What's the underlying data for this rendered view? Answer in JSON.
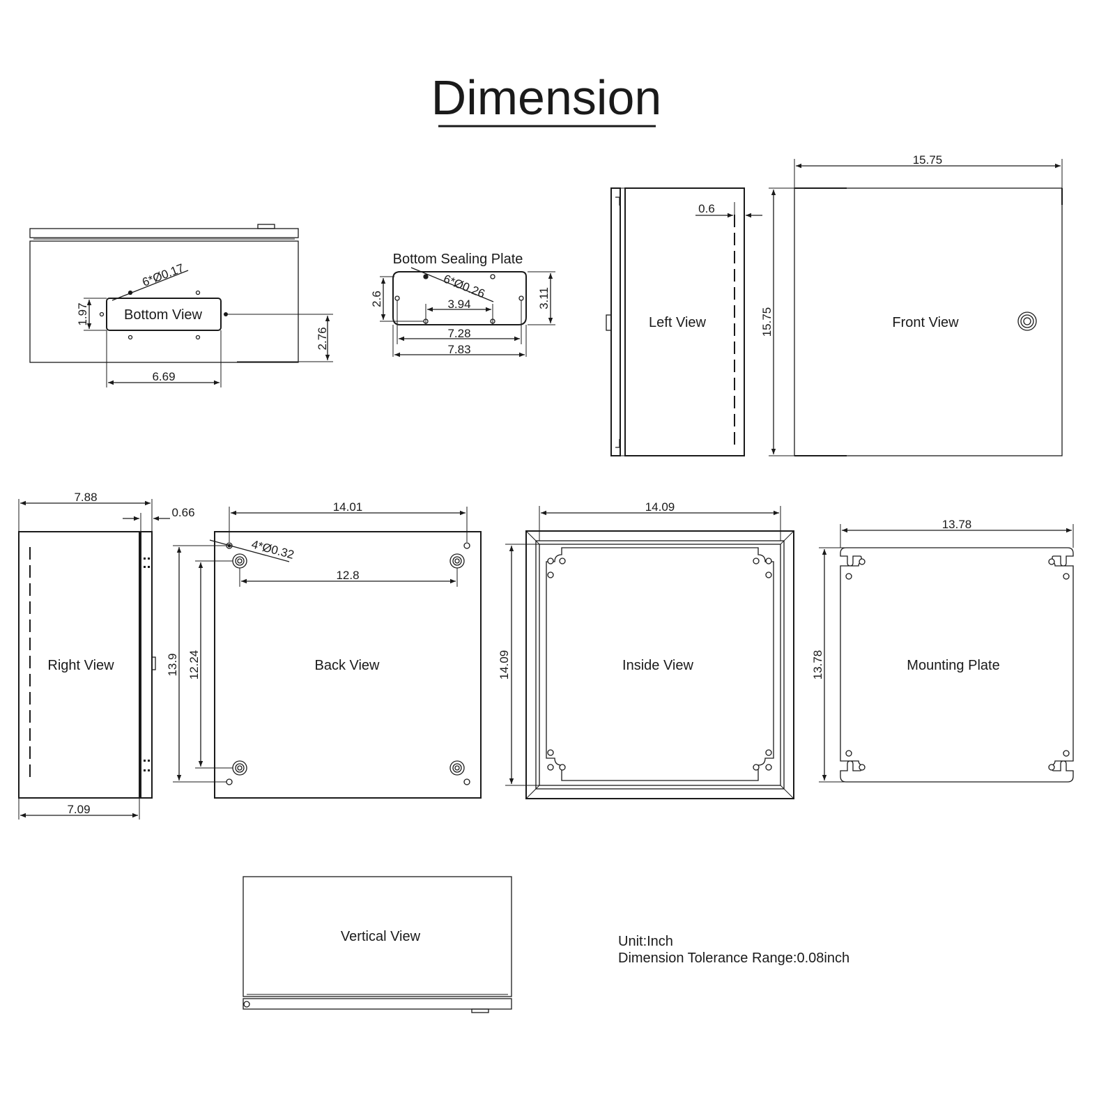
{
  "title": "Dimension",
  "views": {
    "bottom": "Bottom View",
    "sealing_plate": "Bottom Sealing Plate",
    "left": "Left View",
    "front": "Front View",
    "right": "Right View",
    "back": "Back View",
    "inside": "Inside View",
    "mounting": "Mounting Plate",
    "vertical": "Vertical View"
  },
  "dimensions": {
    "bottom_holes": "6*Ø0.17",
    "bottom_h": "1.97",
    "bottom_depth": "2.76",
    "bottom_w": "6.69",
    "plate_holes": "6*Ø0.26",
    "plate_h": "2.6",
    "plate_h2": "3.11",
    "plate_mid": "3.94",
    "plate_inner": "7.28",
    "plate_outer": "7.83",
    "left_offset": "0.6",
    "front_h": "15.75",
    "front_w": "15.75",
    "right_w": "7.88",
    "right_w2": "7.09",
    "right_door": "0.66",
    "back_w": "14.01",
    "back_holes": "4*Ø0.32",
    "back_spacing": "12.8",
    "back_h": "13.9",
    "back_h2": "12.24",
    "inside_w": "14.09",
    "inside_h": "14.09",
    "mount_w": "13.78",
    "mount_h": "13.78"
  },
  "notes": {
    "unit": "Unit:Inch",
    "tolerance": "Dimension Tolerance Range:0.08inch"
  }
}
